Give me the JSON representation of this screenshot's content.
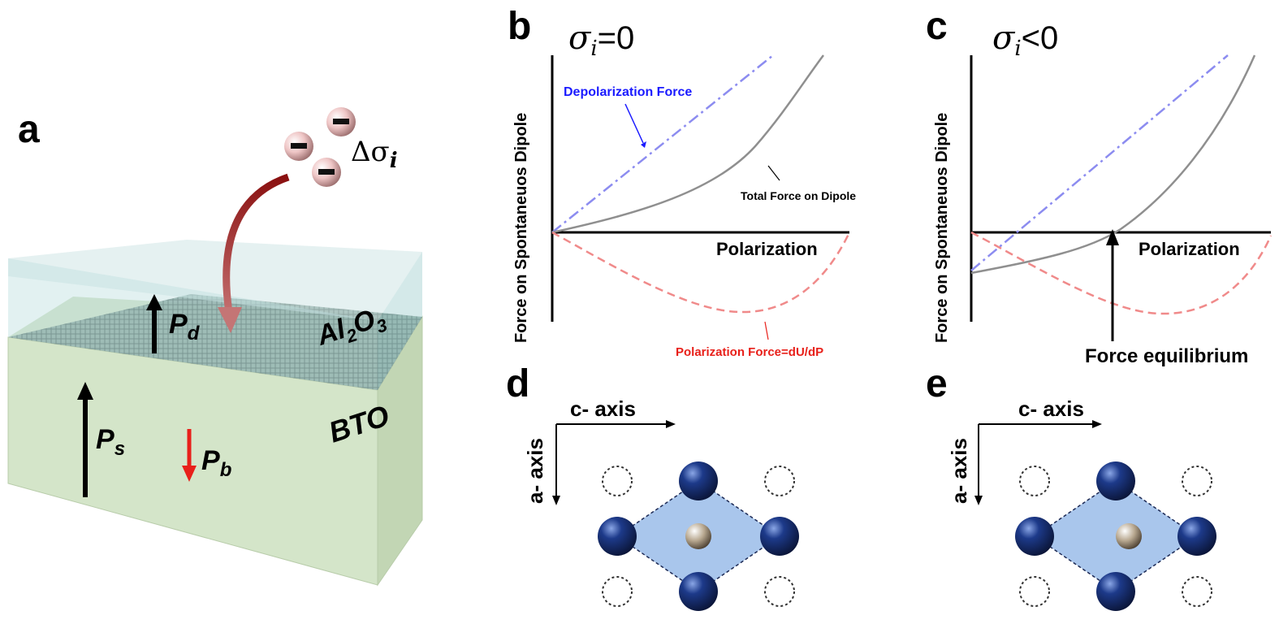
{
  "panels": {
    "a": {
      "letter": "a",
      "charge_label": "Δσ",
      "charge_subscript": "i",
      "layer_top": "Al₂O₃",
      "layer_top_main": "Al",
      "layer_top_sub1": "2",
      "layer_top_mid": "O",
      "layer_top_sub2": "3",
      "layer_bottom": "BTO",
      "pd": "P",
      "pd_sub": "d",
      "ps": "P",
      "ps_sub": "s",
      "pb": "P",
      "pb_sub": "b"
    },
    "b": {
      "letter": "b",
      "condition": "σ",
      "condition_sub": "i",
      "condition_rest": "=0",
      "ylabel": "Force on Spontaneuos Dipole",
      "xlabel": "Polarization",
      "series": [
        {
          "name": "Depolarization Force",
          "color": "#1a1aff"
        },
        {
          "name": "Total Force on Dipole",
          "color": "#000000"
        },
        {
          "name": "Polarization Force=dU/dP",
          "color": "#e8201a"
        }
      ]
    },
    "c": {
      "letter": "c",
      "condition": "σ",
      "condition_sub": "i",
      "condition_rest": "<0",
      "ylabel": "Force on Spontaneuos Dipole",
      "xlabel": "Polarization",
      "annotation": "Force equilibrium"
    },
    "d": {
      "letter": "d",
      "c_axis": "c- axis",
      "a_axis": "a- axis"
    },
    "e": {
      "letter": "e",
      "c_axis": "c- axis",
      "a_axis": "a- axis"
    }
  },
  "chart_data": [
    {
      "type": "line",
      "panel": "b",
      "title": "",
      "xlabel": "Polarization",
      "ylabel": "Force on Spontaneuos Dipole",
      "series": [
        {
          "name": "Depolarization Force",
          "style": "dash-dot",
          "color": "#8c8cff",
          "shape": "linear, positive slope, through origin"
        },
        {
          "name": "Total Force on Dipole",
          "style": "solid",
          "color": "#8c8c8c",
          "shape": "convex, through origin"
        },
        {
          "name": "Polarization Force=dU/dP",
          "style": "dashed",
          "color": "#f08a8a",
          "shape": "negative well, through origin"
        }
      ]
    },
    {
      "type": "line",
      "panel": "c",
      "title": "",
      "xlabel": "Polarization",
      "ylabel": "Force on Spontaneuos Dipole",
      "series": [
        {
          "name": "Depolarization Force",
          "style": "dash-dot",
          "color": "#8c8cff",
          "shape": "linear, negative intercept"
        },
        {
          "name": "Total Force on Dipole",
          "style": "solid",
          "color": "#8c8c8c",
          "shape": "convex, negative intercept, crosses zero"
        },
        {
          "name": "Polarization Force=dU/dP",
          "style": "dashed",
          "color": "#f08a8a",
          "shape": "negative well, through origin"
        }
      ],
      "annotations": [
        "Force equilibrium"
      ]
    }
  ]
}
